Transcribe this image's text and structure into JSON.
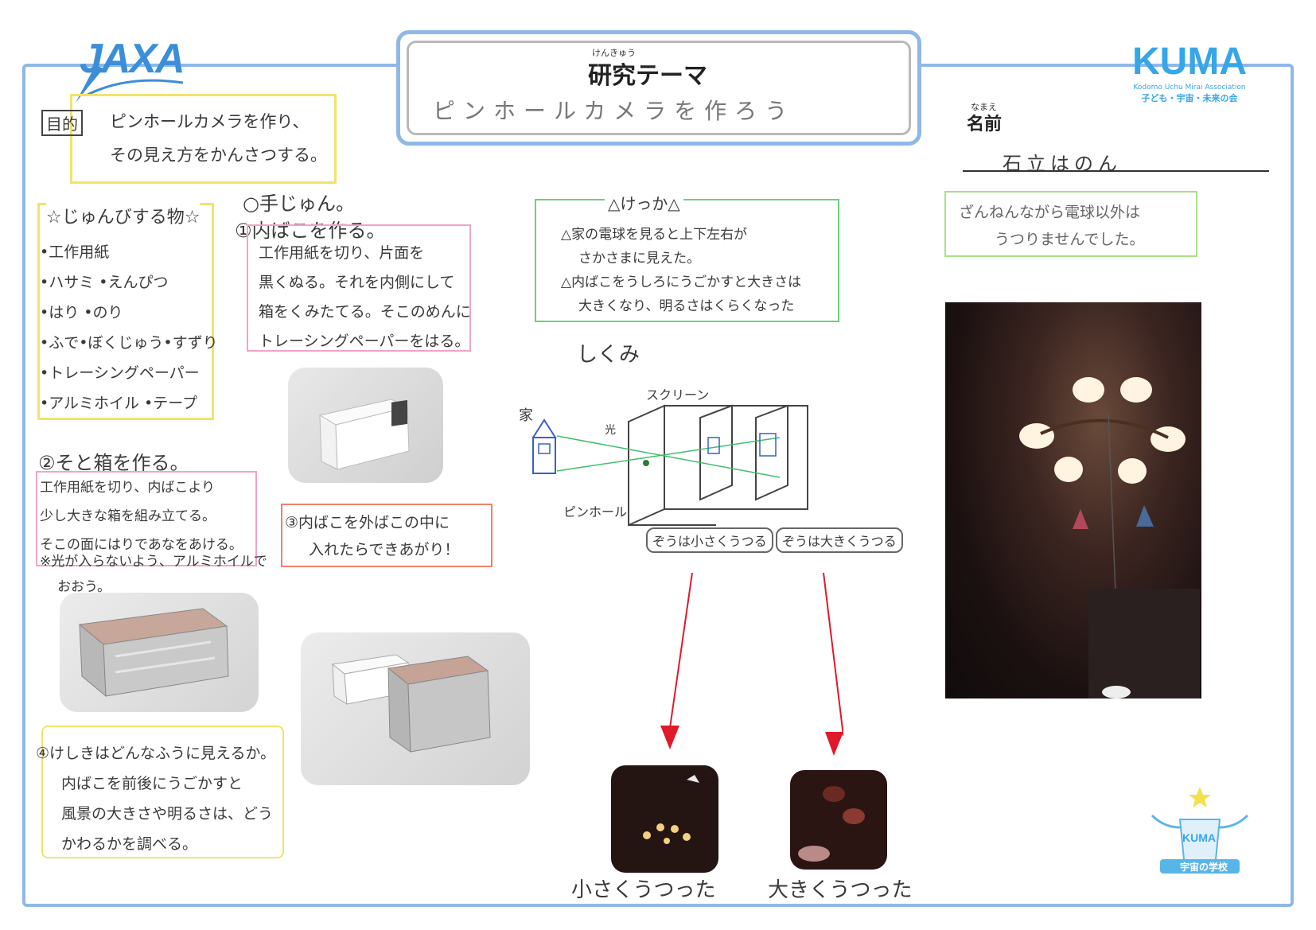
{
  "header": {
    "logo_left": "JAXA",
    "theme_ruby": "けんきゅう",
    "theme_label": "研究テーマ",
    "theme_text": "ピンホールカメラを作ろう",
    "logo_right": "KUMA",
    "logo_right_sub": "Kodomo Uchu Mirai Association",
    "logo_right_jp": "子ども・宇宙・未来の会"
  },
  "name_section": {
    "ruby": "なまえ",
    "label": "名前",
    "value": "石立はのん"
  },
  "purpose": {
    "label": "目的",
    "lines": [
      "ピンホールカメラを作り、",
      "その見え方をかんさつする。"
    ]
  },
  "materials": {
    "title": "☆じゅんびする物☆",
    "items": [
      "•工作用紙",
      "•ハサミ •えんぴつ",
      "•はり •のり",
      "•ふで•ぼくじゅう•すずり",
      "•トレーシングペーパー",
      "•アルミホイル •テープ"
    ]
  },
  "procedure": {
    "title": "○手じゅん。",
    "step1_title": "①内ばこを作る。",
    "step1_lines": [
      "工作用紙を切り、片面を",
      "黒くぬる。それを内側にして",
      "箱をくみたてる。そこのめんに",
      "トレーシングペーパーをはる。"
    ],
    "step2_title": "②そと箱を作る。",
    "step2_lines": [
      "工作用紙を切り、内ばこより",
      "少し大きな箱を組み立てる。",
      "そこの面にはりであなをあける。"
    ],
    "step2_note": [
      "※光が入らないよう、アルミホイルで",
      "おおう。"
    ],
    "step3_lines": [
      "③内ばこを外ばこの中に",
      "入れたらできあがり！"
    ],
    "step4_lines": [
      "④けしきはどんなふうに見えるか。",
      "内ばこを前後にうごかすと",
      "風景の大きさや明るさは、どう",
      "かわるかを調べる。"
    ]
  },
  "result": {
    "title": "△けっか△",
    "lines": [
      "△家の電球を見ると上下左右が",
      "さかさまに見えた。",
      "△内ばこをうしろにうごかすと大きさは",
      "大きくなり、明るさはくらくなった"
    ]
  },
  "mechanism": {
    "title": "しくみ",
    "label_house": "家",
    "label_light": "光",
    "label_screen": "スクリーン",
    "label_pinhole": "ピンホール",
    "label_small": "ぞうは小さくうつる",
    "label_large": "ぞうは大きくうつる",
    "caption_small": "小さくうつった",
    "caption_large": "大きくうつった"
  },
  "remark": {
    "lines": [
      "ざんねんながら電球以外は",
      "うつりませんでした。"
    ]
  },
  "badge": {
    "logo": "KUMA",
    "caption": "宇宙の学校"
  },
  "colors": {
    "frame": "#8fb8e8",
    "purpose_border": "#f1e46a",
    "materials_border": "#f1e46a",
    "step1_border": "#f0a4c8",
    "step2_border": "#f0a4c8",
    "step3_border": "#f2806c",
    "step4_border": "#f1e46a",
    "result_border": "#6fd07a",
    "remark_border": "#a8e08a",
    "arrow": "#e01a2a"
  }
}
